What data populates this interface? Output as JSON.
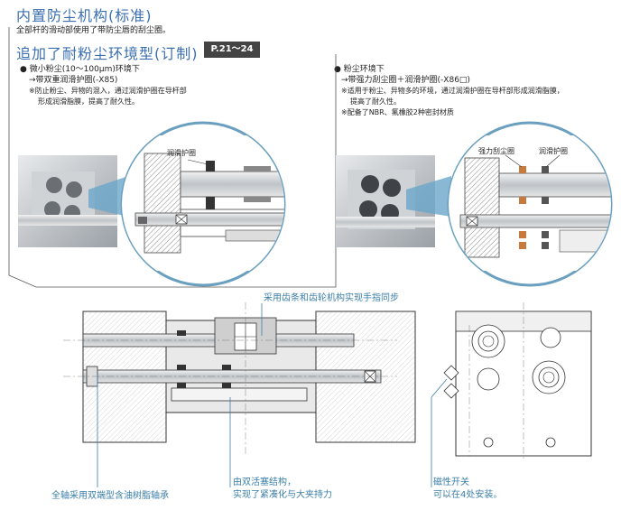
{
  "header": {
    "title": "内置防尘机构(标准)",
    "subtitle": "全部杆的滑动部使用了带防尘唇的刮尘圈。",
    "title2": "追加了耐粉尘环境型(订制)",
    "page_ref": "P.21～24"
  },
  "left_option": {
    "line1": "● 微小粉尘(10～100μm)环境下",
    "line2": "→带双重润滑护圈(-X85)",
    "line3": "※防止粉尘、异物的混入，通过润滑护圈在导杆部",
    "line4": "形成润滑脂膜，提高了耐久性。",
    "ring_label": "润滑护圈"
  },
  "right_option": {
    "line1": "● 粉尘环境下",
    "line2": "→带强力刮尘圈＋润滑护圈(-X86□)",
    "line3": "※适用于粉尘、异物多的环境，通过润滑护圈在导杆部形成润滑脂膜，",
    "line4": "提高了耐久性。",
    "line5": "※配备了NBR、氟橡胶2种密封材质",
    "scraper_label": "强力刮尘圈",
    "ring_label": "润滑护圈"
  },
  "callouts": {
    "rack_pinion": "采用齿条和齿轮机构实现手指同步",
    "bearing": "全轴采用双端型含油树脂轴承",
    "piston_line1": "由双活塞结构，",
    "piston_line2": "实现了紧凑化与大夹持力",
    "switch_line1": "磁性开关",
    "switch_line2": "可以在4处安装。"
  },
  "colors": {
    "accent_blue": "#3a6fb0",
    "callout_blue": "#3a7fa8",
    "badge_bg": "#444444",
    "body_gray": "#d8d8d8"
  }
}
